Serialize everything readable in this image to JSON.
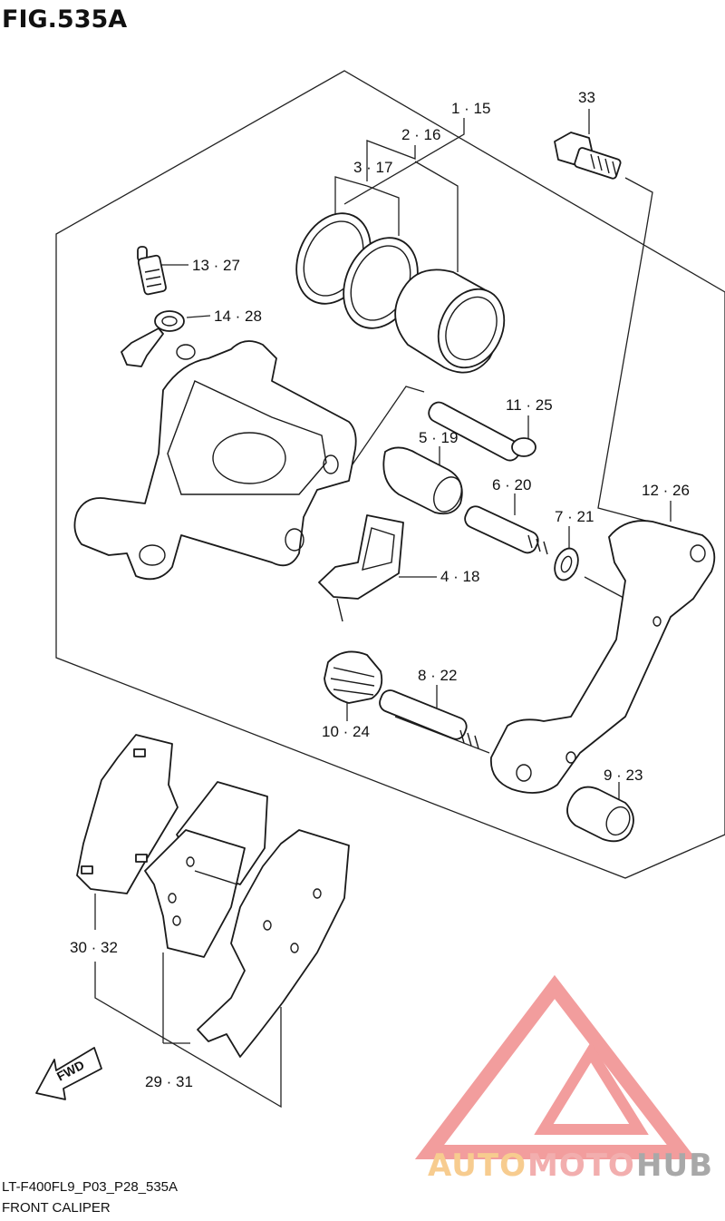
{
  "figure": {
    "title": "FIG.535A",
    "code": "LT-F400FL9_P03_P28_535A",
    "name": "FRONT CALIPER",
    "fwd_label": "FWD"
  },
  "callouts": [
    {
      "id": "c-1-15",
      "text": "1 · 15"
    },
    {
      "id": "c-2-16",
      "text": "2 · 16"
    },
    {
      "id": "c-3-17",
      "text": "3 · 17"
    },
    {
      "id": "c-33",
      "text": "33"
    },
    {
      "id": "c-13-27",
      "text": "13 · 27"
    },
    {
      "id": "c-14-28",
      "text": "14 · 28"
    },
    {
      "id": "c-11-25",
      "text": "11 · 25"
    },
    {
      "id": "c-5-19",
      "text": "5 · 19"
    },
    {
      "id": "c-6-20",
      "text": "6 · 20"
    },
    {
      "id": "c-12-26",
      "text": "12 · 26"
    },
    {
      "id": "c-7-21",
      "text": "7 · 21"
    },
    {
      "id": "c-4-18",
      "text": "4 · 18"
    },
    {
      "id": "c-8-22",
      "text": "8 · 22"
    },
    {
      "id": "c-10-24",
      "text": "10 · 24"
    },
    {
      "id": "c-9-23",
      "text": "9 · 23"
    },
    {
      "id": "c-30-32",
      "text": "30 · 32"
    },
    {
      "id": "c-29-31",
      "text": "29 · 31"
    }
  ],
  "watermark": {
    "part1": "AUTO",
    "part2": "MOTO",
    "part3": "HUB",
    "colors": {
      "auto": "#f6c47c",
      "moto": "#f0a0a0",
      "hub": "#9a9a9a",
      "logo": "#f08c8c"
    }
  }
}
